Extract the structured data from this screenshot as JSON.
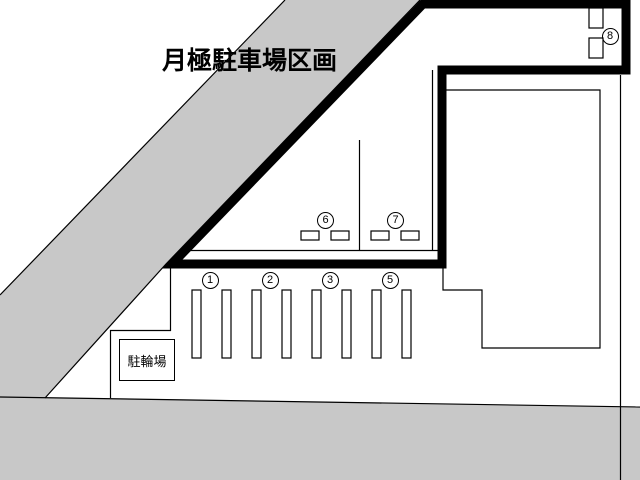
{
  "title": {
    "text": "月極駐車場区画"
  },
  "bicycle_parking": {
    "label": "駐輪場"
  },
  "spots": {
    "lower_row_labels": [
      "1",
      "2",
      "3",
      "5"
    ],
    "inner_labels": [
      "6",
      "7"
    ],
    "top_right_label": "8"
  },
  "colors": {
    "road_gray": "#c8c8c8",
    "line_black": "#000000",
    "background": "#ffffff"
  }
}
